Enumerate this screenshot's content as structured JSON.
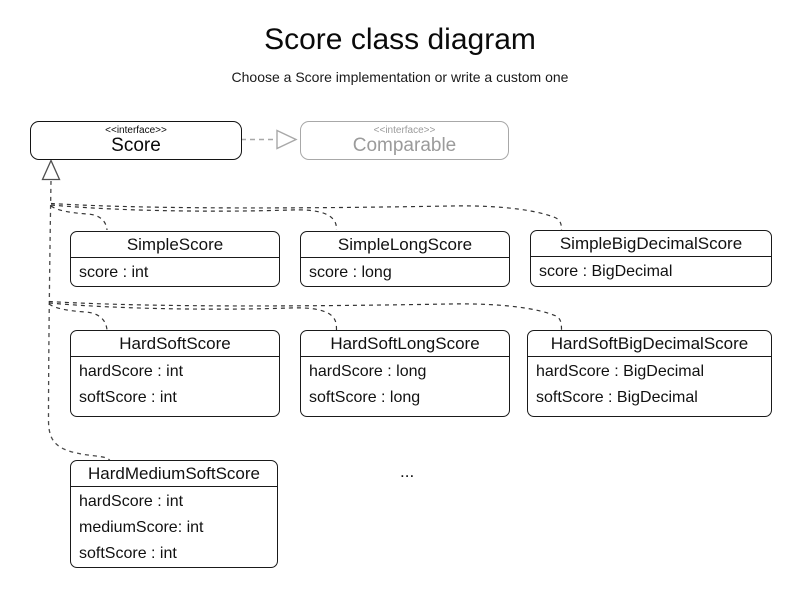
{
  "header": {
    "title": "Score class diagram",
    "subtitle": "Choose a Score implementation or write a custom one"
  },
  "interfaces": {
    "score": {
      "stereotype": "<<interface>>",
      "name": "Score"
    },
    "comparable": {
      "stereotype": "<<interface>>",
      "name": "Comparable"
    }
  },
  "classes": [
    {
      "name": "SimpleScore",
      "attributes": [
        "score : int"
      ]
    },
    {
      "name": "SimpleLongScore",
      "attributes": [
        "score : long"
      ]
    },
    {
      "name": "SimpleBigDecimalScore",
      "attributes": [
        "score : BigDecimal"
      ]
    },
    {
      "name": "HardSoftScore",
      "attributes": [
        "hardScore : int",
        "softScore : int"
      ]
    },
    {
      "name": "HardSoftLongScore",
      "attributes": [
        "hardScore : long",
        "softScore : long"
      ]
    },
    {
      "name": "HardSoftBigDecimalScore",
      "attributes": [
        "hardScore : BigDecimal",
        "softScore : BigDecimal"
      ]
    },
    {
      "name": "HardMediumSoftScore",
      "attributes": [
        "hardScore : int",
        "mediumScore: int",
        "softScore : int"
      ]
    }
  ],
  "ellipsis": "...",
  "relations": {
    "realization": "Score implements Comparable",
    "generalization": "classes extend Score"
  },
  "colors": {
    "line_black": "#333333",
    "muted_gray": "#a8a8a8",
    "text_black": "#0a0a0a",
    "background": "#ffffff"
  }
}
